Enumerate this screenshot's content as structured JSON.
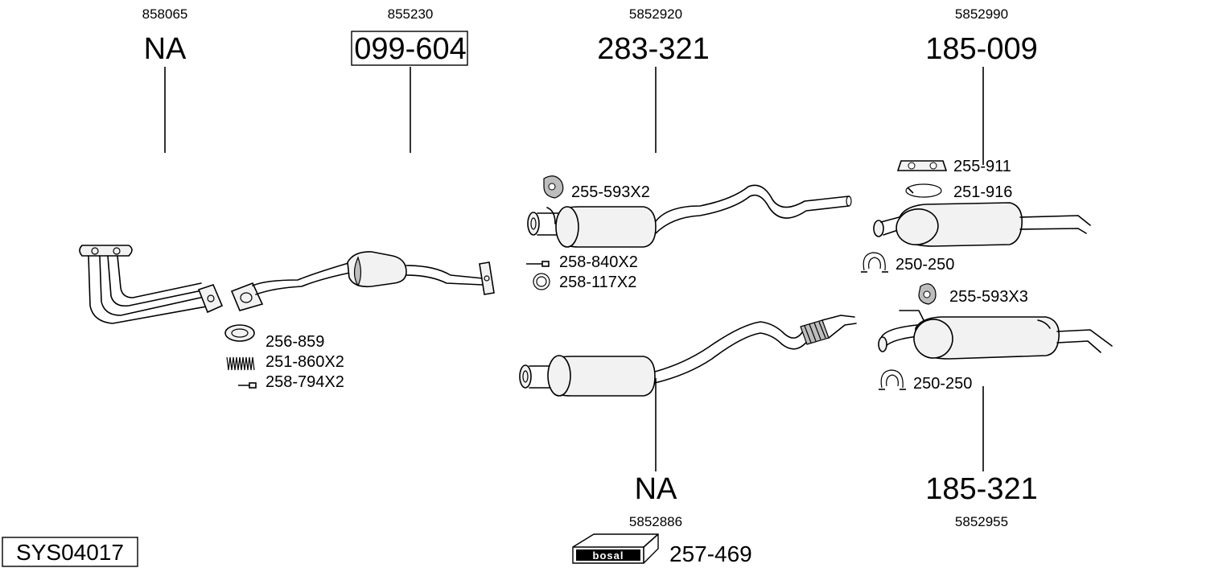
{
  "groups": {
    "front_pipe": {
      "ref": "858065",
      "part": "NA"
    },
    "catalyst": {
      "ref": "855230",
      "part": "099-604"
    },
    "center_silencer": {
      "ref": "5852920",
      "part": "283-321"
    },
    "rear_silencer": {
      "ref": "5852990",
      "part": "185-009"
    },
    "center_silencer_alt": {
      "ref": "5852886",
      "part": "NA"
    },
    "rear_silencer_alt": {
      "ref": "5852955",
      "part": "185-321"
    }
  },
  "accessories": {
    "a1": "256-859",
    "a2": "251-860X2",
    "a3": "258-794X2",
    "a4": "255-593X2",
    "a5": "258-840X2",
    "a6": "258-117X2",
    "a7": "255-911",
    "a8": "251-916",
    "a9": "250-250",
    "a10": "255-593X3",
    "a11": "250-250"
  },
  "system_code": "SYS04017",
  "brand": {
    "name": "bosal",
    "part": "257-469"
  },
  "colors": {
    "line": "#000000",
    "fill": "#f2f2f2",
    "shade": "#bdbdbd"
  }
}
